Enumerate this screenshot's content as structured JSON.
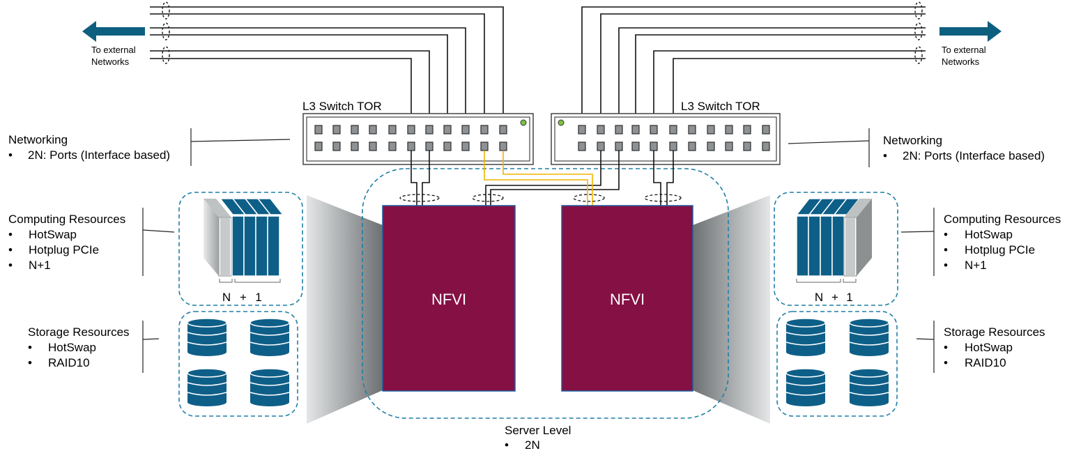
{
  "colors": {
    "nfvi_fill": "#851044",
    "dash_border": "#1f7fa6",
    "arrow": "#0d5f80",
    "storage": "#0e5f88",
    "yellow_link": "#f0b400",
    "led": "#7ac142"
  },
  "external": {
    "left_label_1": "To external",
    "left_label_2": "Networks",
    "right_label_1": "To external",
    "right_label_2": "Networks"
  },
  "switches": {
    "left_title": "L3 Switch TOR",
    "right_title": "L3 Switch TOR"
  },
  "left_labels": {
    "networking_title": "Networking",
    "networking_item": "2N: Ports (Interface based)",
    "computing_title": "Computing Resources",
    "computing_items": [
      "HotSwap",
      "Hotplug PCIe",
      "N+1"
    ],
    "storage_title": "Storage Resources",
    "storage_items": [
      "HotSwap",
      "RAID10"
    ]
  },
  "right_labels": {
    "networking_title": "Networking",
    "networking_item": "2N: Ports (Interface based)",
    "computing_title": "Computing Resources",
    "computing_items": [
      "HotSwap",
      "Hotplug PCIe",
      "N+1"
    ],
    "storage_title": "Storage Resources",
    "storage_items": [
      "HotSwap",
      "RAID10"
    ]
  },
  "bullet": "•",
  "n_plus_one": {
    "n": "N",
    "plus": "+",
    "one": "1"
  },
  "nfvi": {
    "left": "NFVI",
    "right": "NFVI"
  },
  "server_level": {
    "title": "Server Level",
    "item": "2N"
  }
}
